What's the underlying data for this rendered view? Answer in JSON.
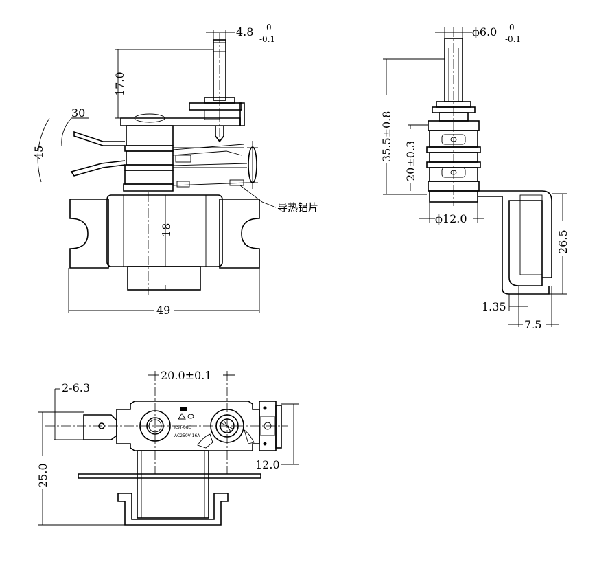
{
  "front_view": {
    "dim_shaft_width": "4.8",
    "tol_upper": "0",
    "tol_lower": "-0.1",
    "dim_shaft_height": "17.0",
    "angle_30": "30",
    "angle_45": "45",
    "dim_18": "18",
    "dim_49": "49",
    "callout_label": "导热铝片"
  },
  "side_view": {
    "dim_shaft_dia": "ϕ6.0",
    "tol_upper": "0",
    "tol_lower": "-0.1",
    "dim_height": "35.5±0.8",
    "dim_20": "20±0.3",
    "dim_body_dia": "ϕ12.0",
    "dim_26_5": "26.5",
    "dim_1_35": "1.35",
    "dim_7_5": "7.5"
  },
  "top_view": {
    "dim_spacing": "20.0±0.1",
    "dim_2_6_3": "2-6.3",
    "dim_25": "25.0",
    "dim_12": "12.0",
    "marking_model": "KST-08E",
    "marking_rating": "AC250V 16A"
  }
}
